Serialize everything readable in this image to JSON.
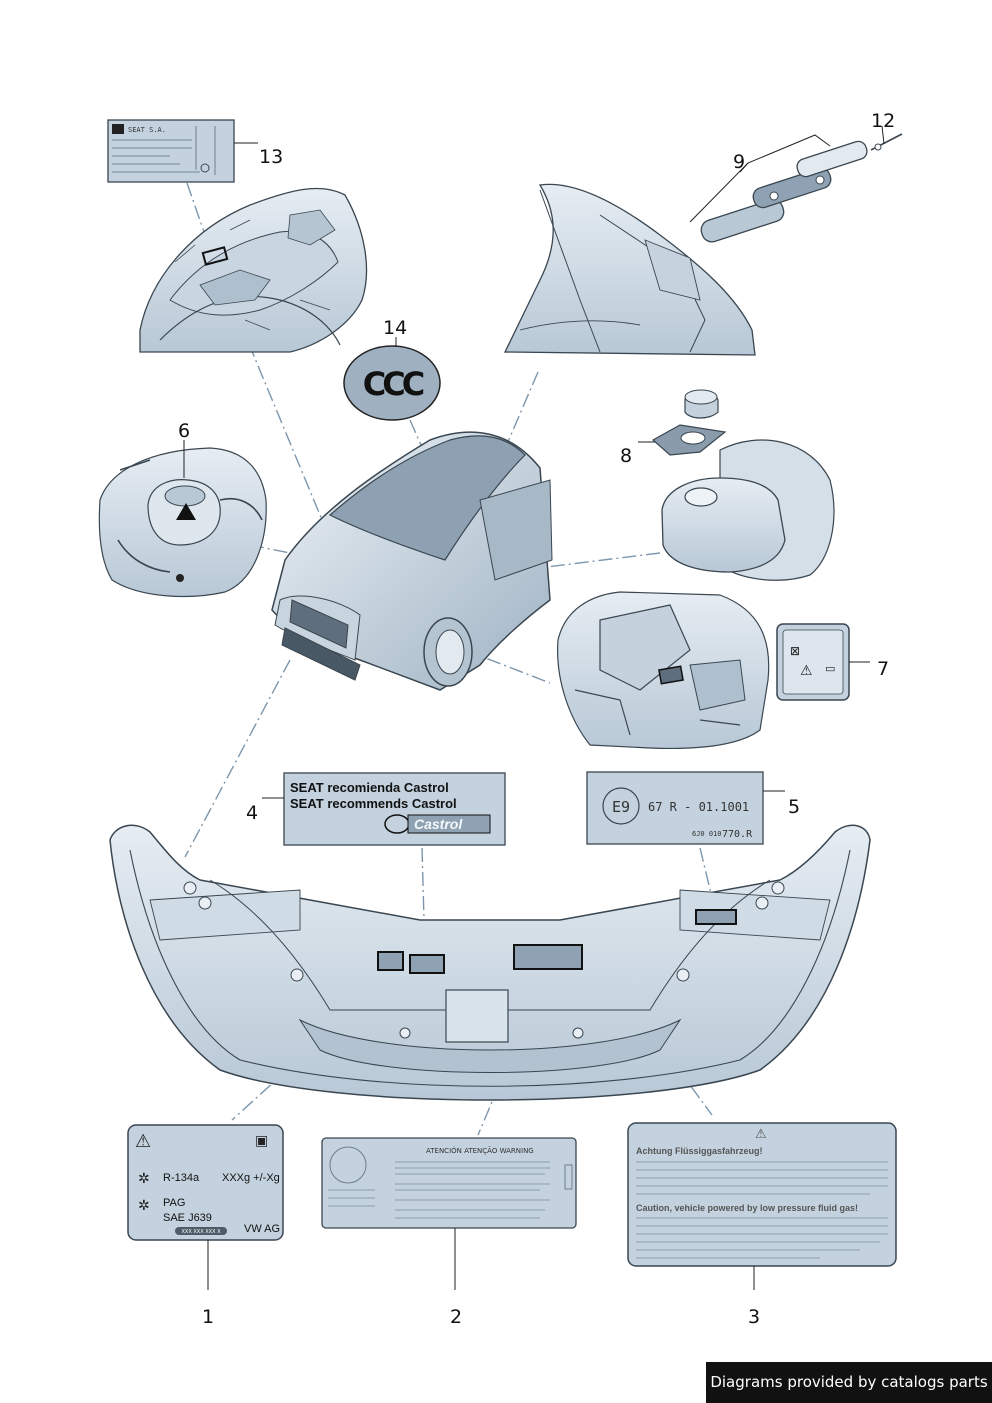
{
  "callouts": {
    "c1": "1",
    "c2": "2",
    "c3": "3",
    "c4": "4",
    "c5": "5",
    "c6": "6",
    "c7": "7",
    "c8": "8",
    "c9": "9",
    "c12": "12",
    "c13": "13",
    "c14": "14"
  },
  "ccc_logo": "CCC",
  "label_4": {
    "line1": "SEAT recomienda Castrol",
    "line2": "SEAT recommends Castrol",
    "brand": "Castrol"
  },
  "label_5": {
    "mark": "E9",
    "approval": "67 R - 01.1001",
    "part_prefix": "6J0 010",
    "part_suffix": "770.R"
  },
  "label_1": {
    "refrigerant": "R-134a",
    "amount": "XXXg +/-Xg",
    "oil": "PAG",
    "standard": "SAE J639",
    "maker": "VW AG",
    "code": "XXX XXX XXX X"
  },
  "label_2": {
    "heading": "ATENCIÓN   ATENÇÃO   WARNING"
  },
  "label_3": {
    "de_title": "Achtung Flüssiggasfahrzeug!",
    "en_title": "Caution, vehicle powered by low pressure fluid gas!"
  },
  "label_13": {
    "maker": "SEAT S.A."
  },
  "footer": "Diagrams provided by catalogs parts",
  "colors": {
    "fill": "#d8e3ec",
    "fill_dark": "#9fb0c0",
    "line": "#3a4650",
    "dash": "#7d96ab",
    "label": "#c3d2de"
  }
}
